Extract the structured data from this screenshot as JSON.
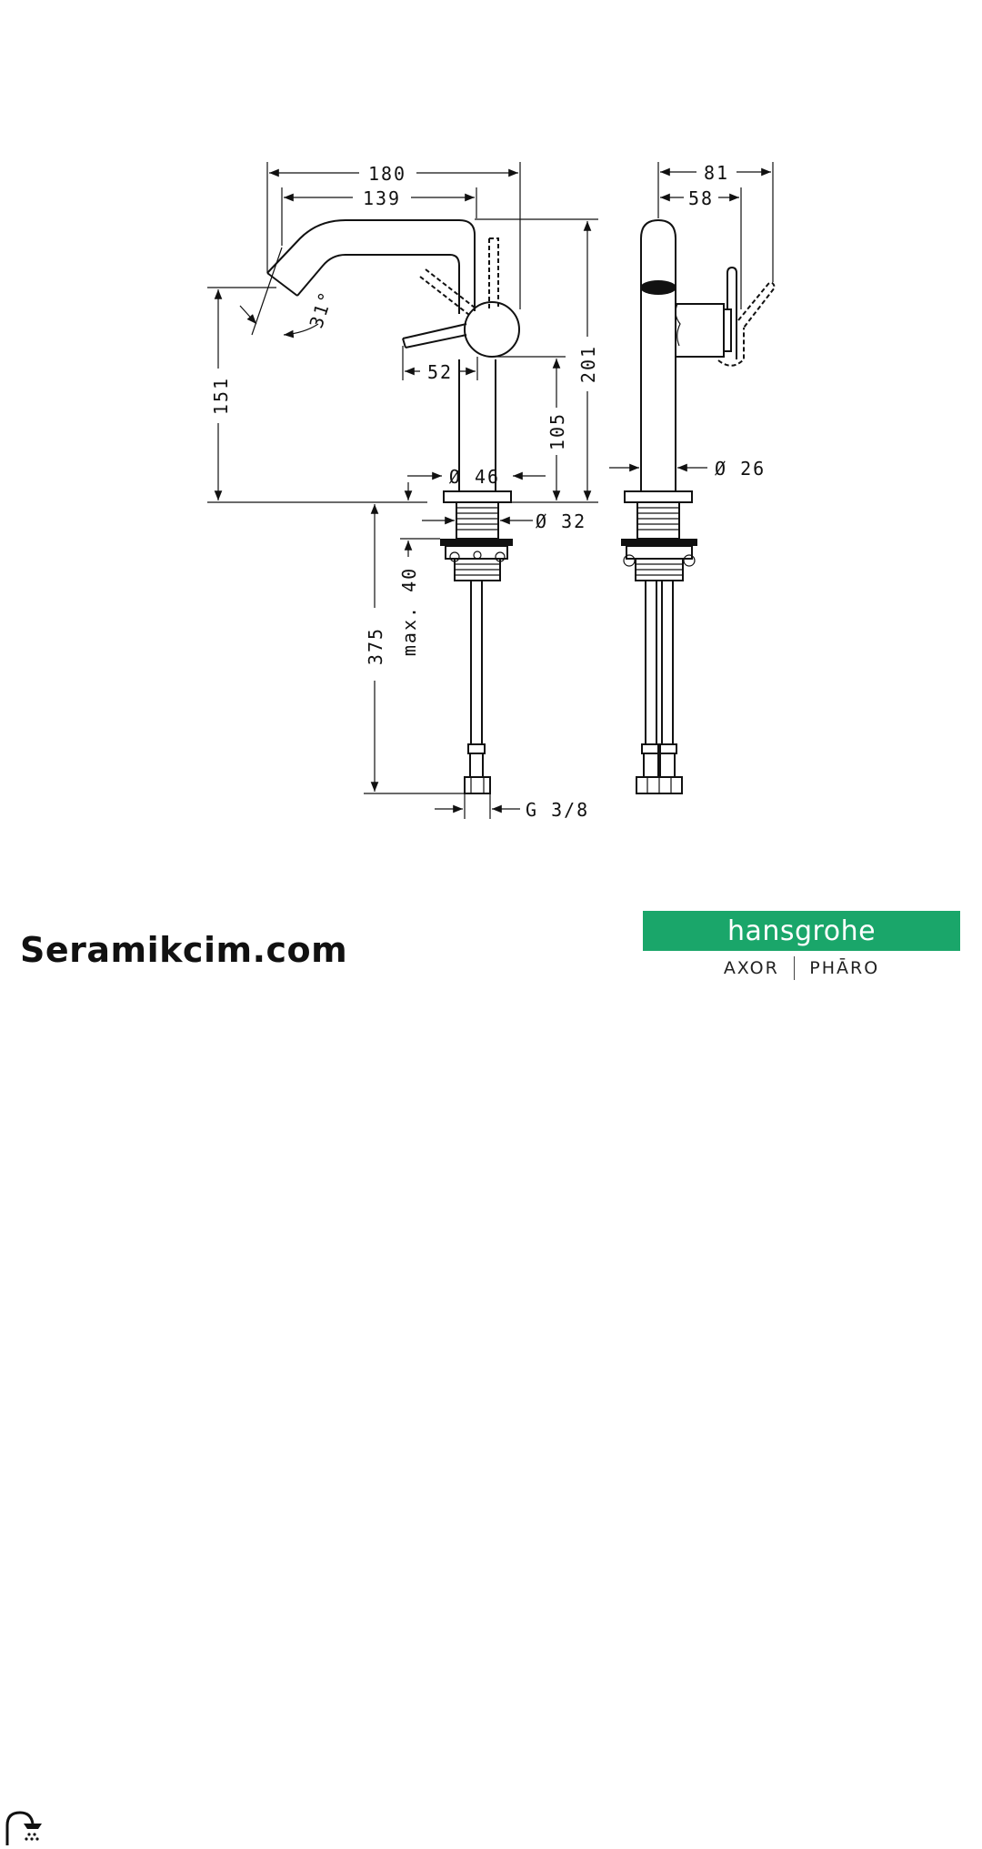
{
  "dimensions": {
    "overall_length": "180",
    "spout_reach": "139",
    "overall_depth": "81",
    "handle_depth": "58",
    "spout_angle": "31°",
    "lever_offset": "52",
    "spout_height": "151",
    "handle_height": "105",
    "total_height": "201",
    "base_diameter": "Ø 46",
    "body_diameter": "Ø 26",
    "thread_diameter": "Ø 32",
    "max_counter_thickness": "max. 40",
    "hose_length": "375",
    "connection_thread": "G 3/8"
  },
  "branding": {
    "site_name": "Seramikcim.com",
    "manufacturer": "hansgrohe",
    "sub_brand_1": "AXOR",
    "sub_brand_2": "PHĀRO",
    "accent_color": "#1aa66a"
  }
}
